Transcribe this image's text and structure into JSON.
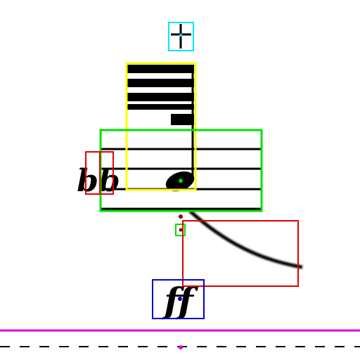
{
  "scene": {
    "background": "#ffffff",
    "ink": "#000000"
  },
  "annotation_colors": {
    "yellow": "#ffff00",
    "green": "#00e000",
    "red": "#e00000",
    "blue": "#0000cc",
    "cyan": "#00e5ff",
    "magenta": "#dd00dd",
    "dark_red": "#8b0000"
  },
  "elements": [
    {
      "name": "plus-sign",
      "color_ref": "cyan"
    },
    {
      "name": "note-with-flags",
      "color_ref": "yellow"
    },
    {
      "name": "staff-block",
      "color_ref": "green"
    },
    {
      "name": "double-flat",
      "color_ref": "red",
      "glyph": "bb"
    },
    {
      "name": "small-marker",
      "color_ref": "green"
    },
    {
      "name": "slur",
      "color_ref": "red"
    },
    {
      "name": "dynamic-ff",
      "color_ref": "blue",
      "glyph": "ff"
    },
    {
      "name": "separator-line",
      "color_ref": "magenta"
    },
    {
      "name": "dashed-line",
      "color_ref": "magenta"
    }
  ]
}
